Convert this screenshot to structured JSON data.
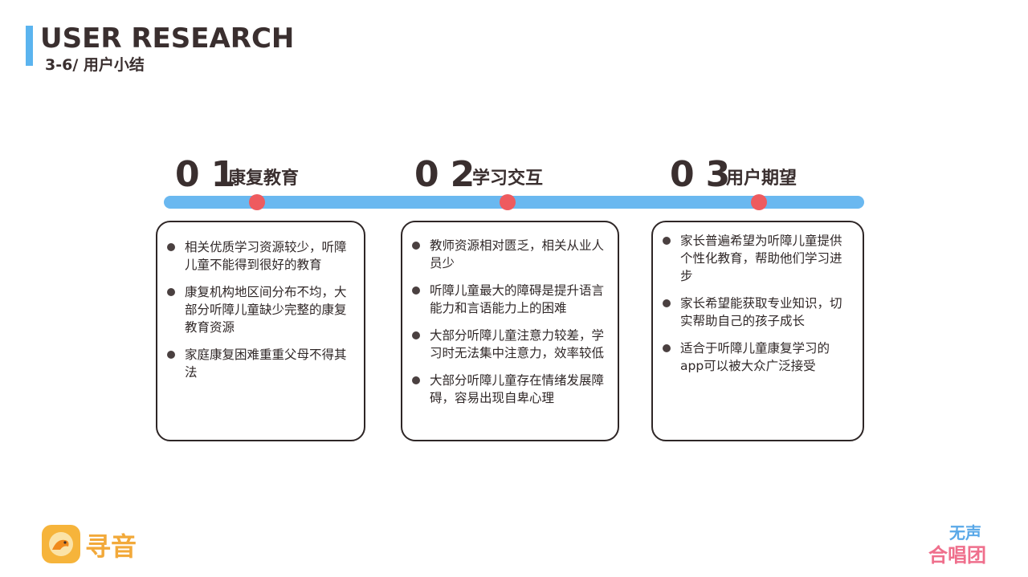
{
  "header": {
    "title": "USER RESEARCH",
    "subtitle": "3-6/ 用户小结"
  },
  "steps": [
    {
      "number": "01",
      "title": "康复教育",
      "items": [
        "相关优质学习资源较少，听障儿童不能得到很好的教育",
        "康复机构地区间分布不均，大部分听障儿童缺少完整的康复教育资源",
        "家庭康复困难重重父母不得其法"
      ]
    },
    {
      "number": "02",
      "title": "学习交互",
      "items": [
        "教师资源相对匮乏，相关从业人员少",
        "听障儿童最大的障碍是提升语言能力和言语能力上的困难",
        "大部分听障儿童注意力较差，学习时无法集中注意力，效率较低",
        "大部分听障儿童存在情绪发展障碍，容易出现自卑心理"
      ]
    },
    {
      "number": "03",
      "title": "用户期望",
      "items": [
        "家长普遍希望为听障儿童提供个性化教育，帮助他们学习进步",
        "家长希望能获取专业知识，切实帮助自己的孩子成长",
        "适合于听障儿童康复学习的app可以被大众广泛接受"
      ]
    }
  ],
  "footer": {
    "left_logo_text": "寻音",
    "right_logo_text_top": "无声",
    "right_logo_text_bottom": "合唱团"
  },
  "colors": {
    "accent_blue": "#6ab8f0",
    "dot_red": "#ee5b5f",
    "logo_orange": "#f6b43b"
  }
}
